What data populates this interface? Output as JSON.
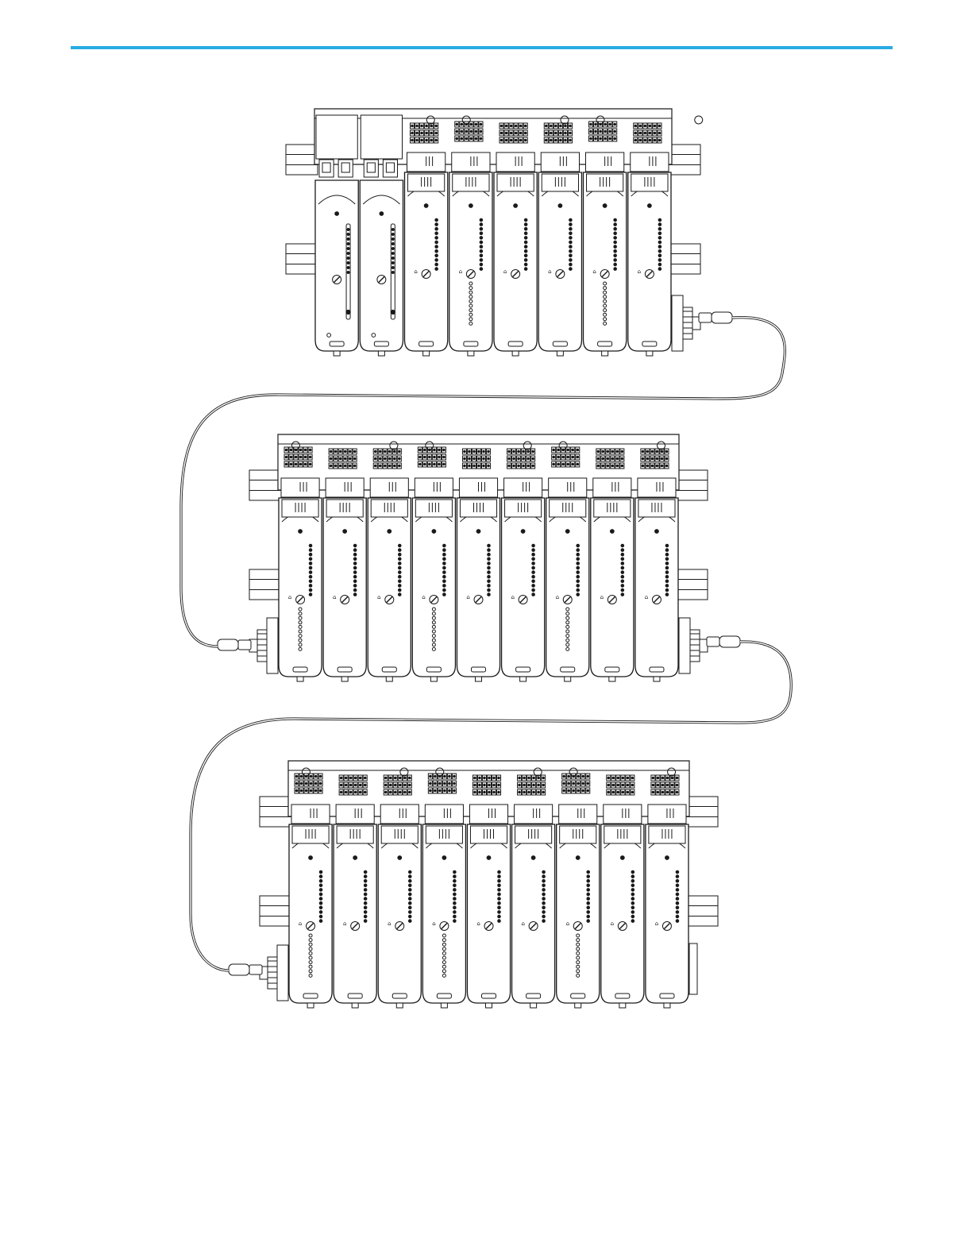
{
  "page": {
    "accent_color": "#29abe2",
    "line_color": "#1a1a1a",
    "background": "#ffffff"
  },
  "figure": {
    "kind": "line-drawing",
    "subject": "three DIN-rail mounted I/O module assemblies linked by extension cables",
    "assemblies": [
      {
        "name": "assembly-1",
        "adapter_modules": 2,
        "io_modules": 6,
        "end_connector": "right"
      },
      {
        "name": "assembly-2",
        "adapter_modules": 0,
        "io_modules": 9,
        "end_connector": "both"
      },
      {
        "name": "assembly-3",
        "adapter_modules": 0,
        "io_modules": 9,
        "end_connector": "left"
      }
    ],
    "cables": [
      {
        "name": "cable-1",
        "from": "assembly-1",
        "to": "assembly-2"
      },
      {
        "name": "cable-2",
        "from": "assembly-2",
        "to": "assembly-3"
      }
    ]
  }
}
